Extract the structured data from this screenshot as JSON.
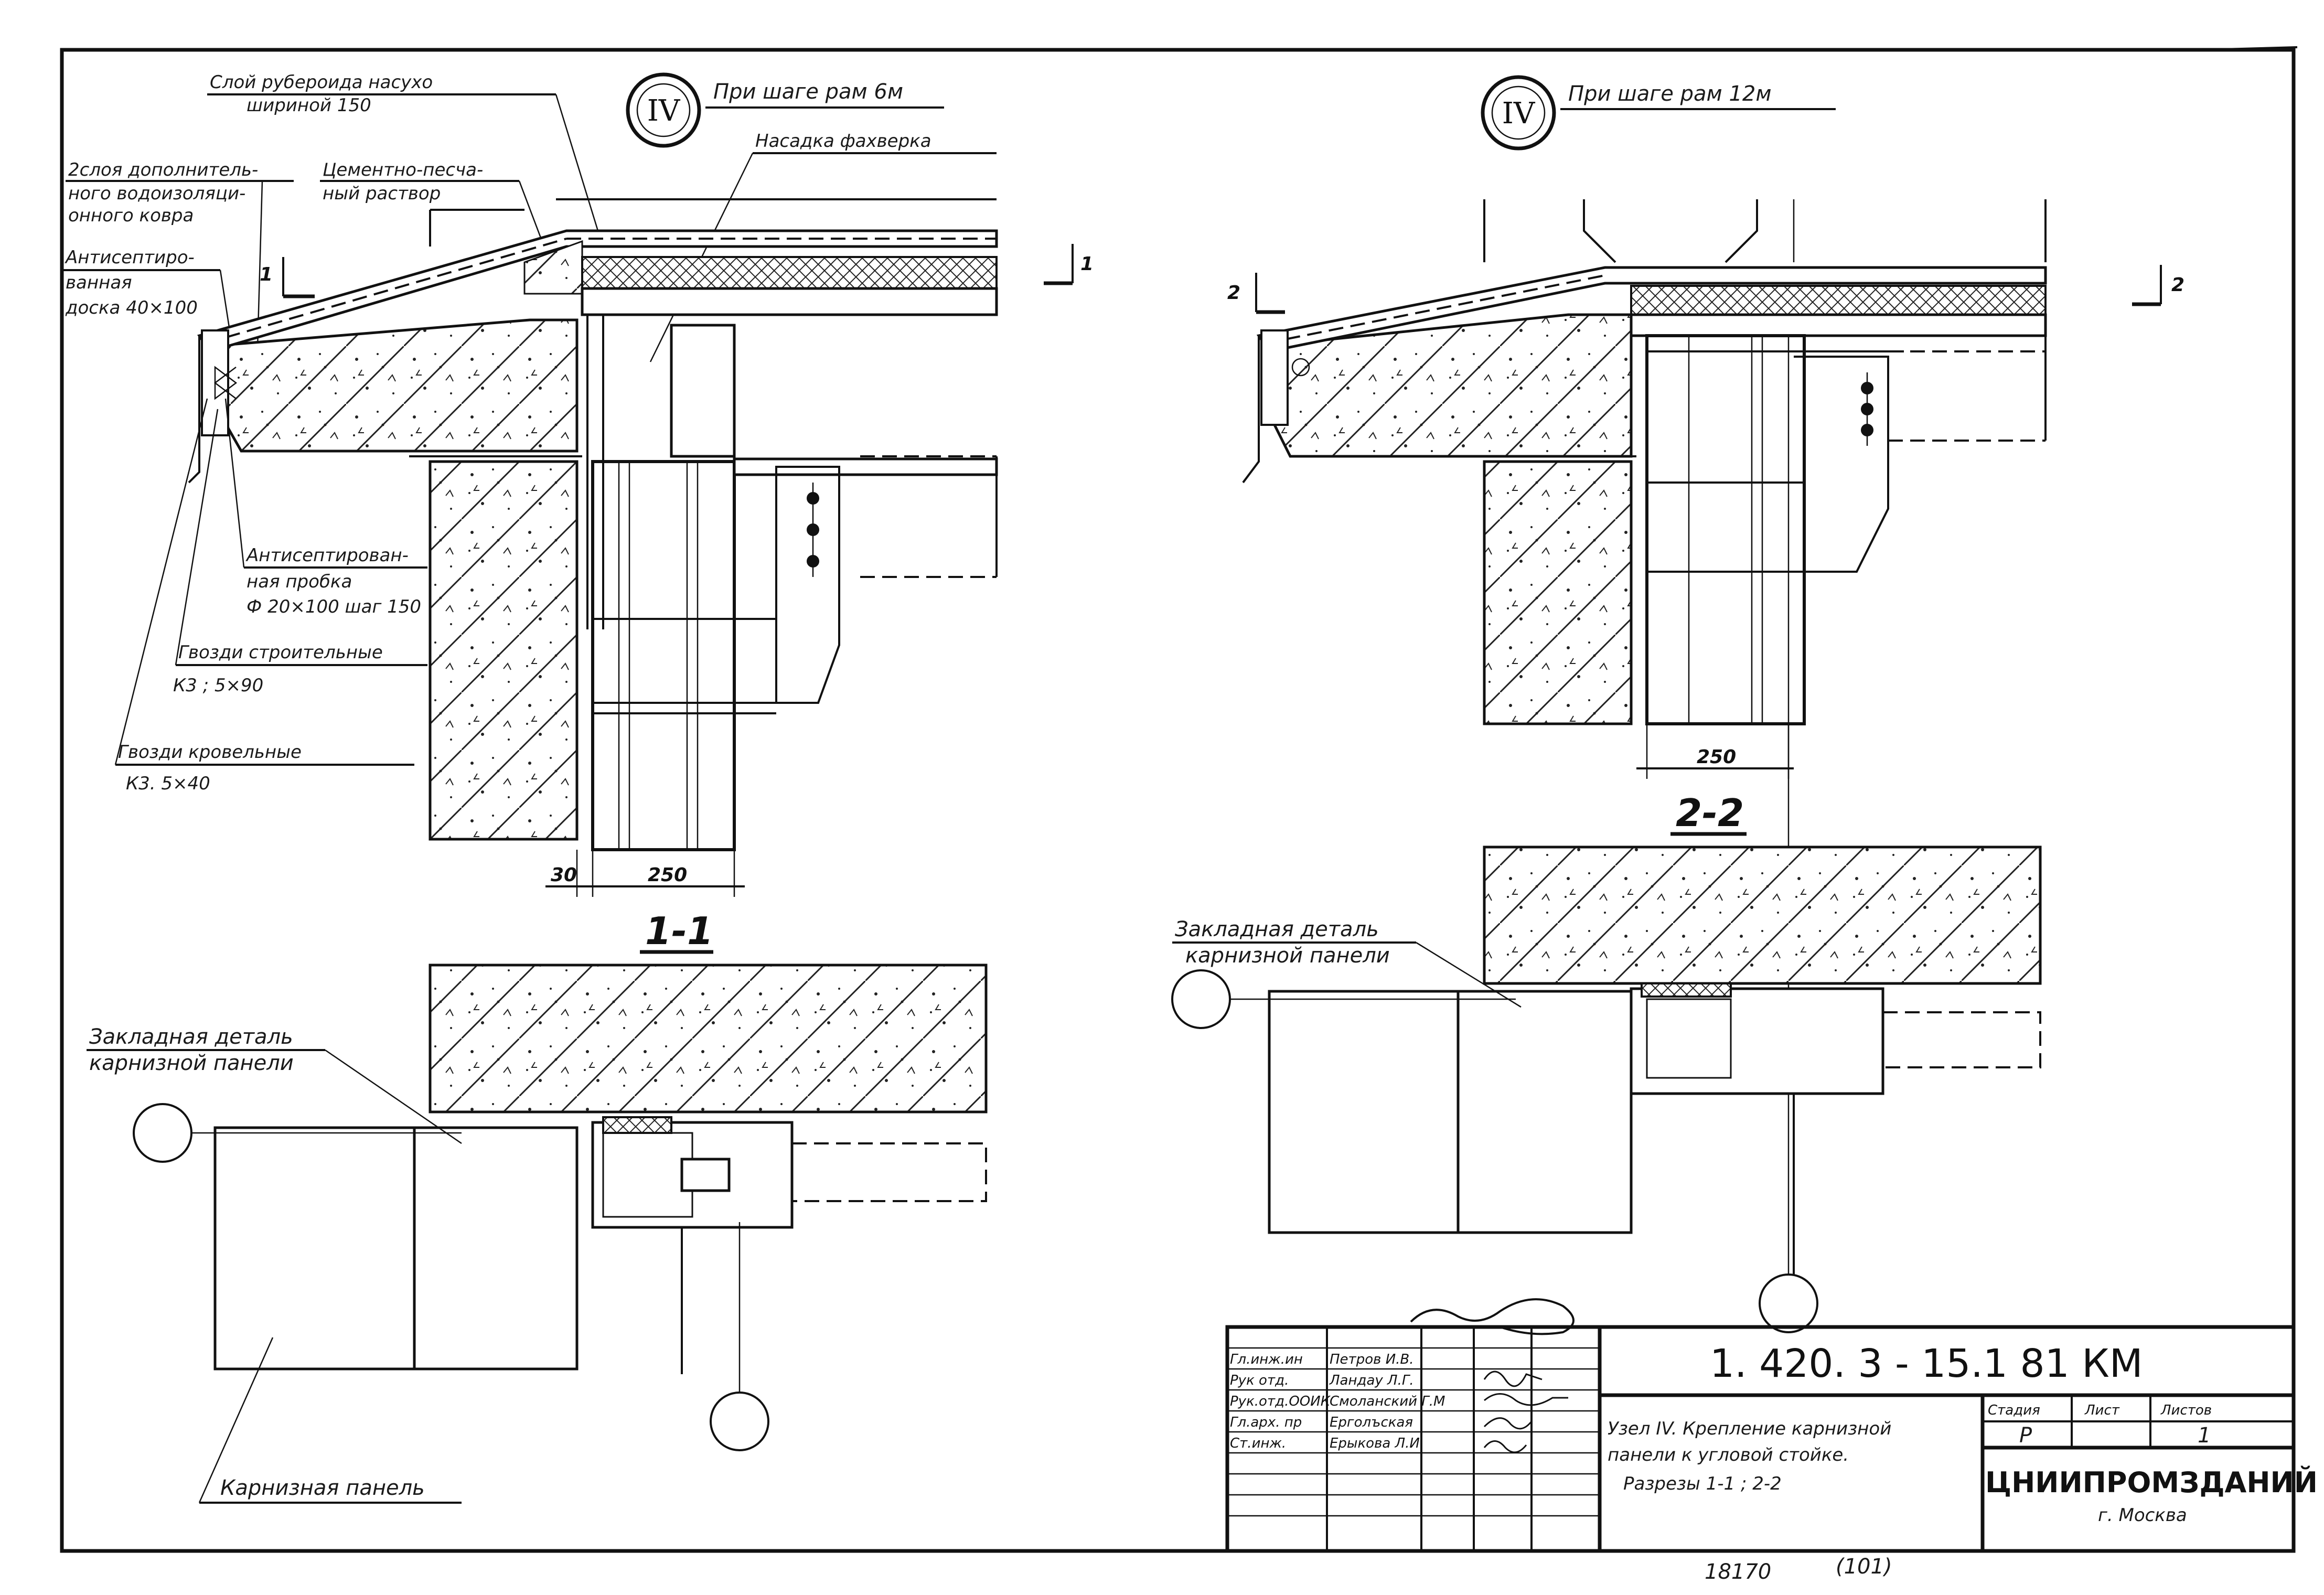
{
  "left_detail": {
    "marker": "IV",
    "title": "При шаге рам 6м",
    "labels": {
      "ruberoid_1": "Слой рубероида насухо",
      "ruberoid_2": "шириной 150",
      "waterproof_1": "2слоя дополнитель-",
      "waterproof_2": "ного водоизоляци-",
      "waterproof_3": "онного ковра",
      "mortar_1": "Цементно-песча-",
      "mortar_2": "ный раствор",
      "nasadka": "Насадка фахверка",
      "board_1": "Антисептиро-",
      "board_2": "ванная",
      "board_3": "доска 40×100",
      "plug_1": "Антисептирован-",
      "plug_2": "ная пробка",
      "plug_3": "Ф 20×100 шаг 150",
      "nails_build_1": "Гвозди строительные",
      "nails_build_2": "К3 ;  5×90",
      "nails_roof_1": "Гвозди кровельные",
      "nails_roof_2": "К3. 5×40"
    },
    "cut_left": "1",
    "cut_right": "1",
    "dim_small": "30",
    "dim_main": "250"
  },
  "section_1": {
    "title": "1-1",
    "embed_1": "Закладная деталь",
    "embed_2": "карнизной панели",
    "panel_label": "Карнизная панель"
  },
  "right_detail": {
    "marker": "IV",
    "title": "При шаге рам 12м",
    "cut_left": "2",
    "cut_right": "2",
    "dim_main": "250"
  },
  "section_2": {
    "title": "2-2",
    "embed_1": "Закладная деталь",
    "embed_2": "карнизной панели"
  },
  "title_block": {
    "doc_code": "1. 420. 3 - 15.1  81 КМ",
    "description_1": "Узел IV. Крепление карнизной",
    "description_2": "панели к угловой стойке.",
    "description_3": "Разрезы 1-1 ; 2-2",
    "stage_header": "Стадия",
    "sheet_header": "Лист",
    "sheets_header": "Листов",
    "stage": "Р",
    "sheet": "1",
    "org": "ЦНИИПРОМЗДАНИЙ",
    "city": "г. Москва",
    "signers": [
      {
        "role": "Гл.инж.ин",
        "name": "Петров И.В."
      },
      {
        "role": "Рук отд.",
        "name": "Ландау Л.Г."
      },
      {
        "role": "Рук.отд.ООИК",
        "name": "Смоланский Г.М"
      },
      {
        "role": "Гл.арх. пр",
        "name": "Ерголъская"
      },
      {
        "role": "Ст.инж.",
        "name": "Ерыкова Л.И"
      }
    ],
    "archive_no": "18170",
    "sheet_no": "(101)"
  }
}
